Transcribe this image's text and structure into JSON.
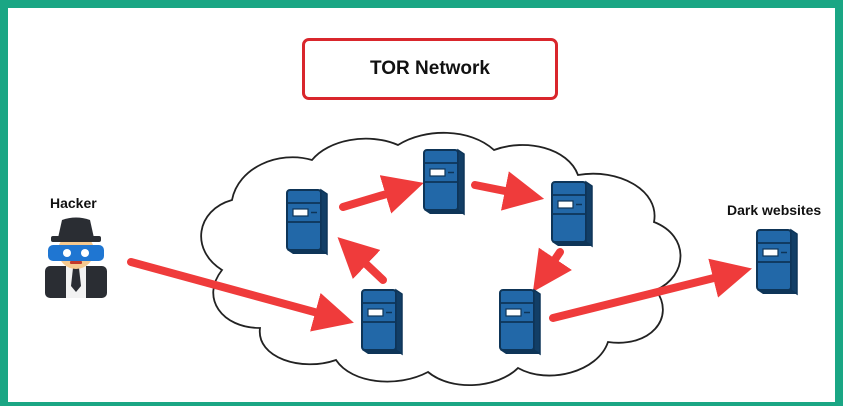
{
  "title": "TOR Network",
  "labels": {
    "hacker": "Hacker",
    "dark_websites": "Dark websites"
  },
  "icons": {
    "hacker": "hacker-spy-icon",
    "server": "server-tower-icon"
  },
  "colors": {
    "frame": "#1aa684",
    "title_border": "#d9262c",
    "arrow": "#ef3b3b",
    "server": "#1f5f9a"
  }
}
